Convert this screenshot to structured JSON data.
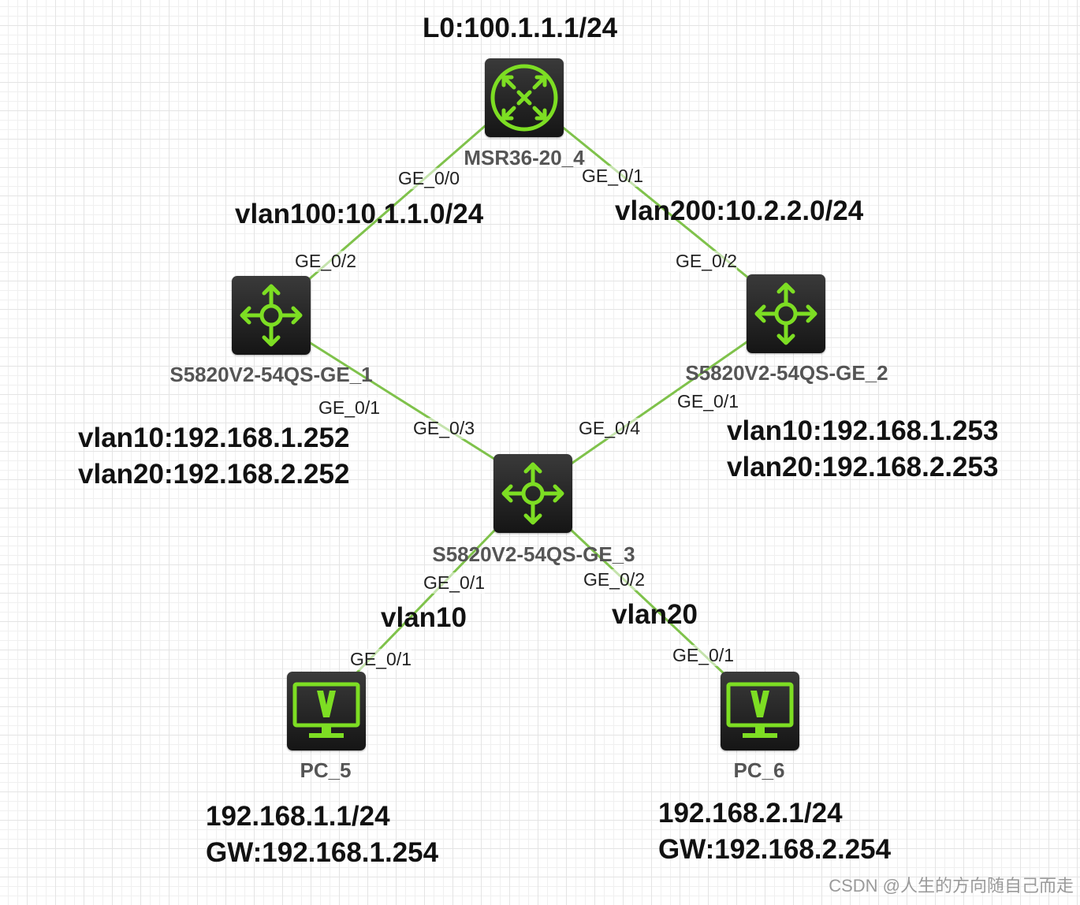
{
  "colors": {
    "link": "#7fc24b",
    "icon_green": "#7dde23",
    "device_body": "#222222"
  },
  "devices": {
    "router": {
      "name": "MSR36-20_4",
      "icon": "router-icon"
    },
    "sw1": {
      "name": "S5820V2-54QS-GE_1",
      "icon": "l3-switch-icon"
    },
    "sw2": {
      "name": "S5820V2-54QS-GE_2",
      "icon": "l3-switch-icon"
    },
    "sw3": {
      "name": "S5820V2-54QS-GE_3",
      "icon": "l3-switch-icon"
    },
    "pc5": {
      "name": "PC_5",
      "icon": "pc-monitor-icon"
    },
    "pc6": {
      "name": "PC_6",
      "icon": "pc-monitor-icon"
    }
  },
  "ports": {
    "router_ge00": "GE_0/0",
    "router_ge01": "GE_0/1",
    "sw1_ge02": "GE_0/2",
    "sw1_ge01": "GE_0/1",
    "sw2_ge02": "GE_0/2",
    "sw2_ge01": "GE_0/1",
    "sw3_ge03": "GE_0/3",
    "sw3_ge04": "GE_0/4",
    "sw3_ge01": "GE_0/1",
    "sw3_ge02": "GE_0/2",
    "pc5_ge01": "GE_0/1",
    "pc6_ge01": "GE_0/1"
  },
  "annotations": {
    "loopback": "L0:100.1.1.1/24",
    "vlan100": "vlan100:10.1.1.0/24",
    "vlan200": "vlan200:10.2.2.0/24",
    "sw1_vlan10": "vlan10:192.168.1.252",
    "sw1_vlan20": "vlan20:192.168.2.252",
    "sw2_vlan10": "vlan10:192.168.1.253",
    "sw2_vlan20": "vlan20:192.168.2.253",
    "access_vlan10": "vlan10",
    "access_vlan20": "vlan20",
    "pc5_ip": "192.168.1.1/24",
    "pc5_gw": "GW:192.168.1.254",
    "pc6_ip": "192.168.2.1/24",
    "pc6_gw": "GW:192.168.2.254"
  },
  "watermark": "CSDN @人生的方向随自己而走"
}
